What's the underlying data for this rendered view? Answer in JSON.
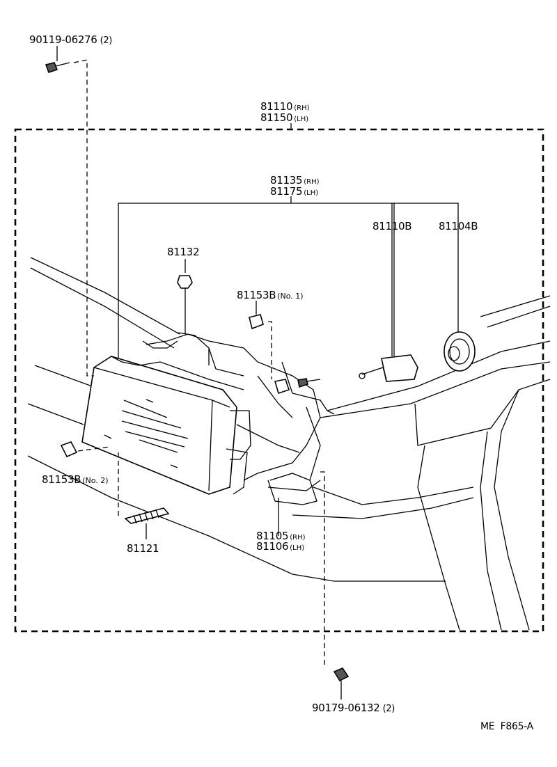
{
  "labels": {
    "bolt_top": {
      "part": "90119-06276",
      "qty": "(2)"
    },
    "assembly": {
      "rh": "81110",
      "rh_tag": "(RH)",
      "lh": "81150",
      "lh_tag": "(LH)"
    },
    "unit": {
      "rh": "81135",
      "rh_tag": "(RH)",
      "lh": "81175",
      "lh_tag": "(LH)"
    },
    "bulb": "81110B",
    "socket": "81104B",
    "clip": "81132",
    "adjuster_1": {
      "part": "81153B",
      "note": "(No. 1)"
    },
    "adjuster_2": {
      "part": "81153B",
      "note": "(No. 2)"
    },
    "spring": "81121",
    "bracket": {
      "rh": "81105",
      "rh_tag": "(RH)",
      "lh": "81106",
      "lh_tag": "(LH)"
    },
    "nut_bottom": {
      "part": "90179-06132",
      "qty": "(2)"
    },
    "figure_code": "ME  F865-A"
  }
}
